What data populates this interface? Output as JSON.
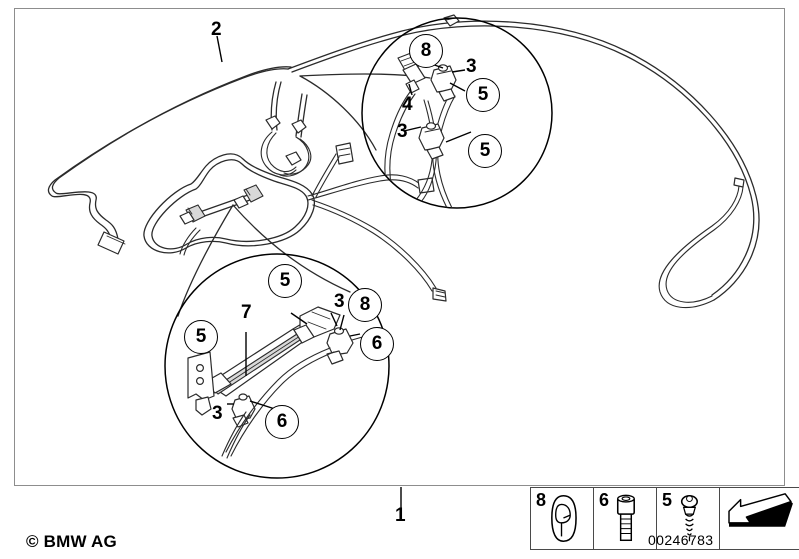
{
  "document": {
    "kind": "parts-diagram",
    "copyright": "© BMW AG",
    "part_number": "00246783"
  },
  "callouts": {
    "main_2": "2",
    "main_1": "1",
    "top_detail": {
      "item_8": "8",
      "item_4": "4",
      "item_3_upper": "3",
      "item_5_upper": "5",
      "item_3_lower": "3",
      "item_5_lower": "5"
    },
    "bottom_detail": {
      "item_5_top": "5",
      "item_7": "7",
      "item_3_right": "3",
      "item_8": "8",
      "item_6_right": "6",
      "item_5_left": "5",
      "item_3_bottom": "3",
      "item_6_bottom": "6"
    }
  },
  "legend": {
    "cells": [
      {
        "number": "8",
        "icon": "clip-grommet-icon"
      },
      {
        "number": "6",
        "icon": "hex-socket-bolt-icon"
      },
      {
        "number": "5",
        "icon": "self-tapping-screw-icon"
      },
      {
        "number": "",
        "icon": "arrow-wedge-icon"
      }
    ]
  },
  "colors": {
    "line": "#2b2b2b",
    "frame": "#8d8d8d",
    "fill": "#ffffff",
    "shade": "#d9d9d9"
  }
}
